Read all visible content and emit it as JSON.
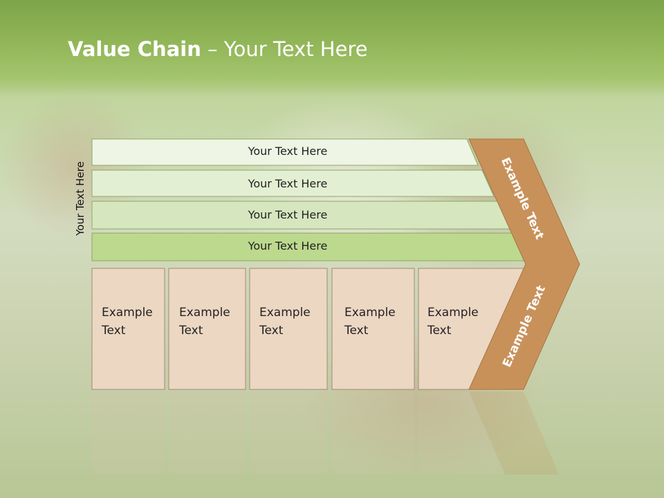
{
  "slide": {
    "title_bold": "Value Chain",
    "title_rest": " – Your Text Here",
    "side_label": "Your Text Here"
  },
  "rows": [
    {
      "label": "Your Text Here",
      "fill": "#eef5e4"
    },
    {
      "label": "Your Text Here",
      "fill": "#e3efd3"
    },
    {
      "label": "Your Text Here",
      "fill": "#d6e7bf"
    },
    {
      "label": "Your Text Here",
      "fill": "#bcd98e"
    }
  ],
  "columns": [
    {
      "label": "Example\nText"
    },
    {
      "label": "Example\nText"
    },
    {
      "label": "Example\nText"
    },
    {
      "label": "Example\nText"
    },
    {
      "label": "Example\nText"
    }
  ],
  "chevron": {
    "upper_label": "Example Text",
    "lower_label": "Example Text",
    "fill": "#c8915a"
  },
  "colors": {
    "column_fill": "#ecd7c3",
    "row_border": "#7f9f5a",
    "header_green": "#8fb456"
  }
}
